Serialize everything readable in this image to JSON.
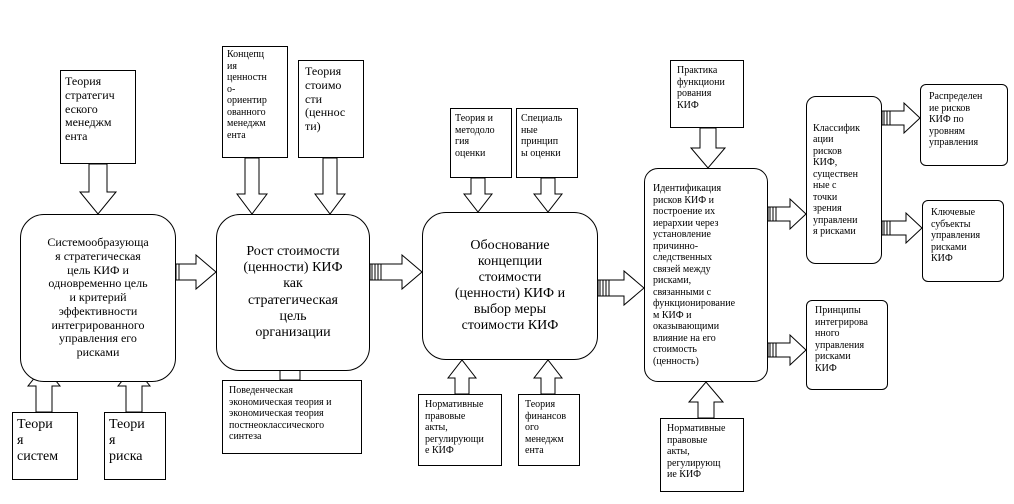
{
  "main": {
    "b1": "Системообразующа\nя стратегическая\nцель КИФ и\nодновременно цель\nи критерий\nэффективности\nинтегрированного\nуправления его\nрисками",
    "b2": "Рост стоимости\n(ценности) КИФ\nкак\nстратегическая\nцель\nорганизации",
    "b3": "Обоснование\nконцепции\nстоимости\n(ценности) КИФ и\nвыбор меры\nстоимости КИФ",
    "b4": "Идентификация\nрисков КИФ и\nпостроение их\nиерархии через\nустановление\nпричинно-\nследственных\nсвязей между\nрисками,\nсвязанными с\nфункционирование\nм КИФ и\nоказывающими\nвлияние на его\nстоимость\n(ценность)",
    "b5": "Классифик\nации\nрисков\nКИФ,\nсуществен\nные с\nточки\nзрения\nуправлени\nя рисками"
  },
  "inputs": {
    "t_strat": "Теория\nстратегич\nеского\nменеджм\nента",
    "t_sys": "Теори\nя\nсистем",
    "t_risk": "Теори\nя\nриска",
    "t_concept": "Концепц\nия\nценностн\nо-\nориентир\nованного\nменеджм\nента",
    "t_value": "Теория\nстоимо\nсти\n(ценнос\nти)",
    "t_behav": "Поведенческая\nэкономическая теория и\nэкономическая теория\nпостнеоклассического\nсинтеза",
    "t_method": "Теория и\nметодоло\nгия\nоценки",
    "t_special": "Специаль\nные\nпринцип\nы оценки",
    "t_norm1": "Нормативные\nправовые\nакты,\nрегулирующи\nе КИФ",
    "t_fin": "Теория\nфинансов\nого\nменеджм\nента",
    "t_practice": "Практика\nфункциони\nрования\nКИФ",
    "t_norm2": "Нормативные\nправовые\nакты,\nрегулирующ\nие КИФ"
  },
  "outputs": {
    "o_dist": "Распределен\nие рисков\nКИФ по\nуровням\nуправления",
    "o_subj": "Ключевые\nсубъекты\nуправления\nрисками\nКИФ",
    "o_princ": "Принципы\nинтегрирова\nнного\nуправления\nрисками\nКИФ"
  }
}
